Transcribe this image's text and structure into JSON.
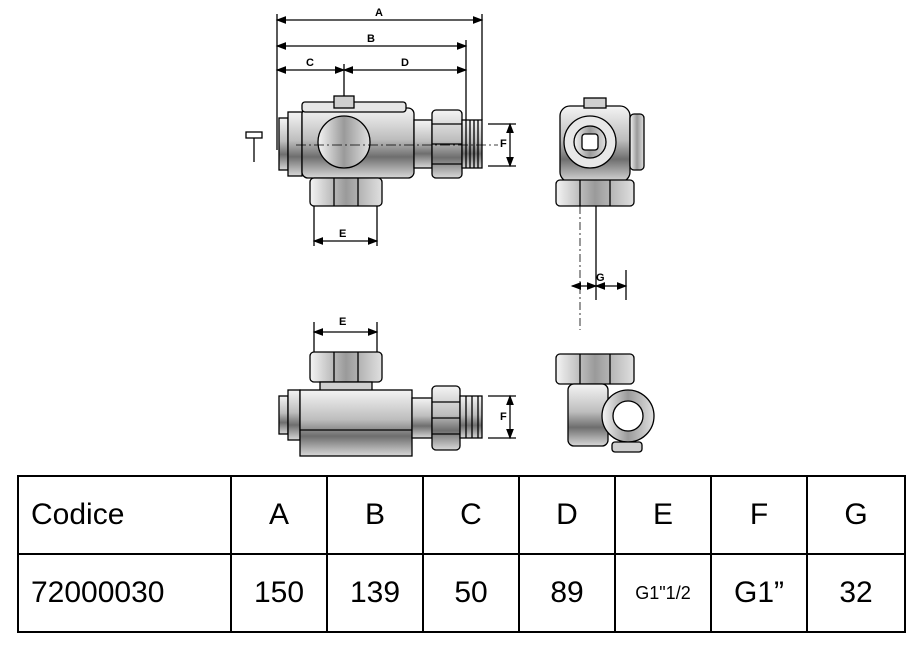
{
  "drawing": {
    "dimension_labels": {
      "A": "A",
      "B": "B",
      "C": "C",
      "D": "D",
      "E": "E",
      "F": "F",
      "G": "G"
    }
  },
  "table": {
    "headers": [
      "Codice",
      "A",
      "B",
      "C",
      "D",
      "E",
      "F",
      "G"
    ],
    "row": [
      "72000030",
      "150",
      "139",
      "50",
      "89",
      "G1\"1/2",
      "G1”",
      "32"
    ]
  }
}
